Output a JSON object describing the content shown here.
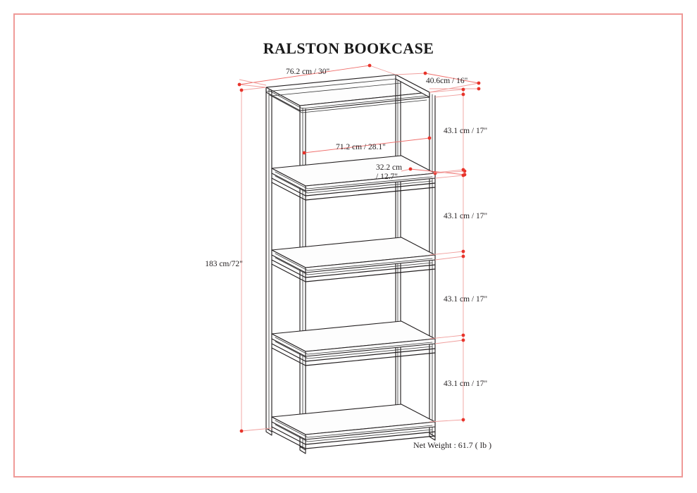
{
  "page": {
    "title": "RALSTON BOOKCASE",
    "border_color": "#ef9a98",
    "background": "#ffffff",
    "line_color": "#231f20",
    "dimension_color": "#ef6d6a",
    "dimension_marker_color": "#e8342b"
  },
  "product": {
    "name": "RALSTON BOOKCASE",
    "type": "bookcase",
    "shelf_count": 4,
    "projection": "isometric"
  },
  "dimensions": {
    "overall_width": "76.2 cm / 30\"",
    "overall_depth": "40.6cm / 16\"",
    "overall_height": "183 cm/72\"",
    "shelf_width": "71.2 cm / 28.1\"",
    "shelf_depth": "32.2 cm\n/ 12.7\"",
    "shelf_depth_line1": "32.2 cm",
    "shelf_depth_line2": "/ 12.7\"",
    "section_heights": [
      "43.1 cm / 17\"",
      "43.1 cm / 17\"",
      "43.1 cm / 17\"",
      "43.1 cm / 17\""
    ]
  },
  "weight": {
    "label": "Net Weight : 61.7 ( lb )",
    "value": "61.7",
    "unit": "lb"
  }
}
